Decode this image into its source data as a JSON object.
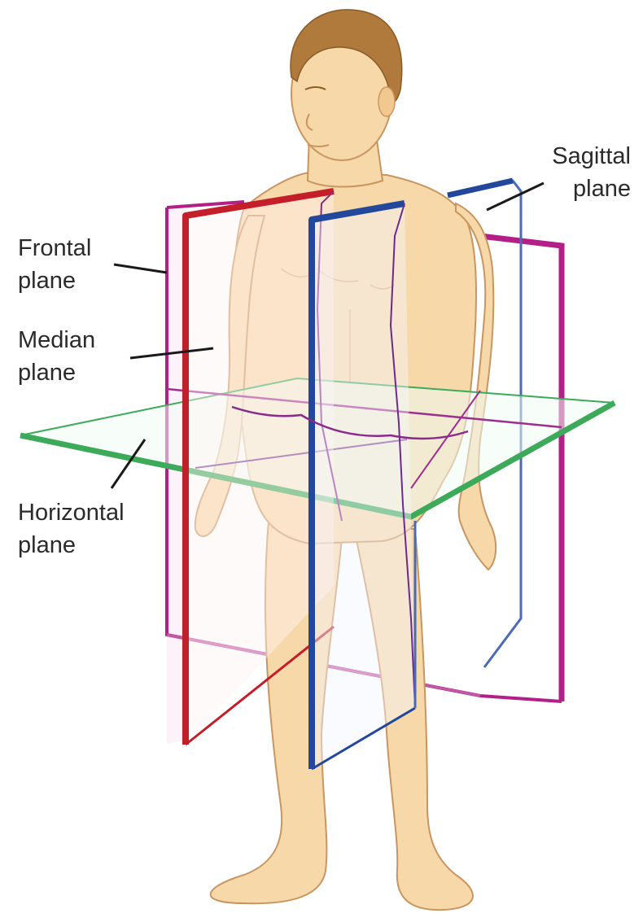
{
  "labels": {
    "sagittal": {
      "line1": "Sagittal",
      "line2": "plane"
    },
    "frontal": {
      "line1": "Frontal",
      "line2": "plane"
    },
    "median": {
      "line1": "Median",
      "line2": "plane"
    },
    "horizontal": {
      "line1": "Horizontal",
      "line2": "plane"
    }
  },
  "colors": {
    "background": "#ffffff",
    "skin": "#f7d8a8",
    "skin_outline": "#c99560",
    "hair": "#b07a3c",
    "frontal_plane": "#b31f86",
    "median_plane": "#c41e2a",
    "sagittal_plane": "#23479a",
    "horizontal_plane": "#3daa5a",
    "leader_line": "#1a1a1a",
    "text": "#2a2a2a"
  }
}
